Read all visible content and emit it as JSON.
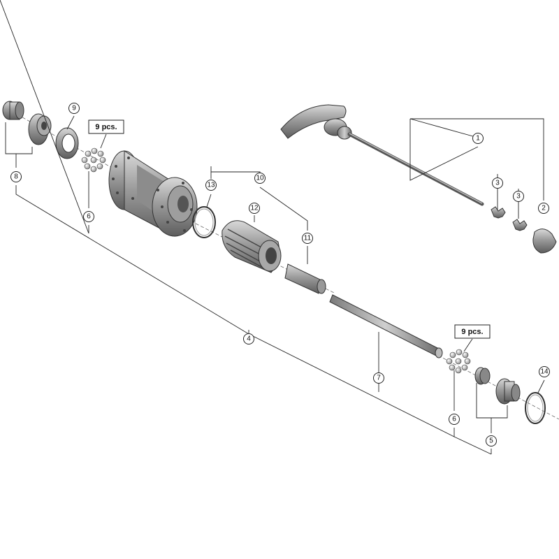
{
  "callouts": {
    "c1": "1",
    "c2": "2",
    "c3a": "3",
    "c3b": "3",
    "c4": "4",
    "c5": "5",
    "c6a": "6",
    "c6b": "6",
    "c7": "7",
    "c8": "8",
    "c9": "9",
    "c10": "10",
    "c11": "11",
    "c12": "12",
    "c13": "13",
    "c14": "14"
  },
  "quantity_labels": {
    "left": "9 pcs.",
    "right": "9 pcs."
  },
  "colors": {
    "part_dark": "#6e6e6e",
    "part_mid": "#9a9a9a",
    "part_light": "#c8c8c8",
    "outline": "#333333"
  }
}
